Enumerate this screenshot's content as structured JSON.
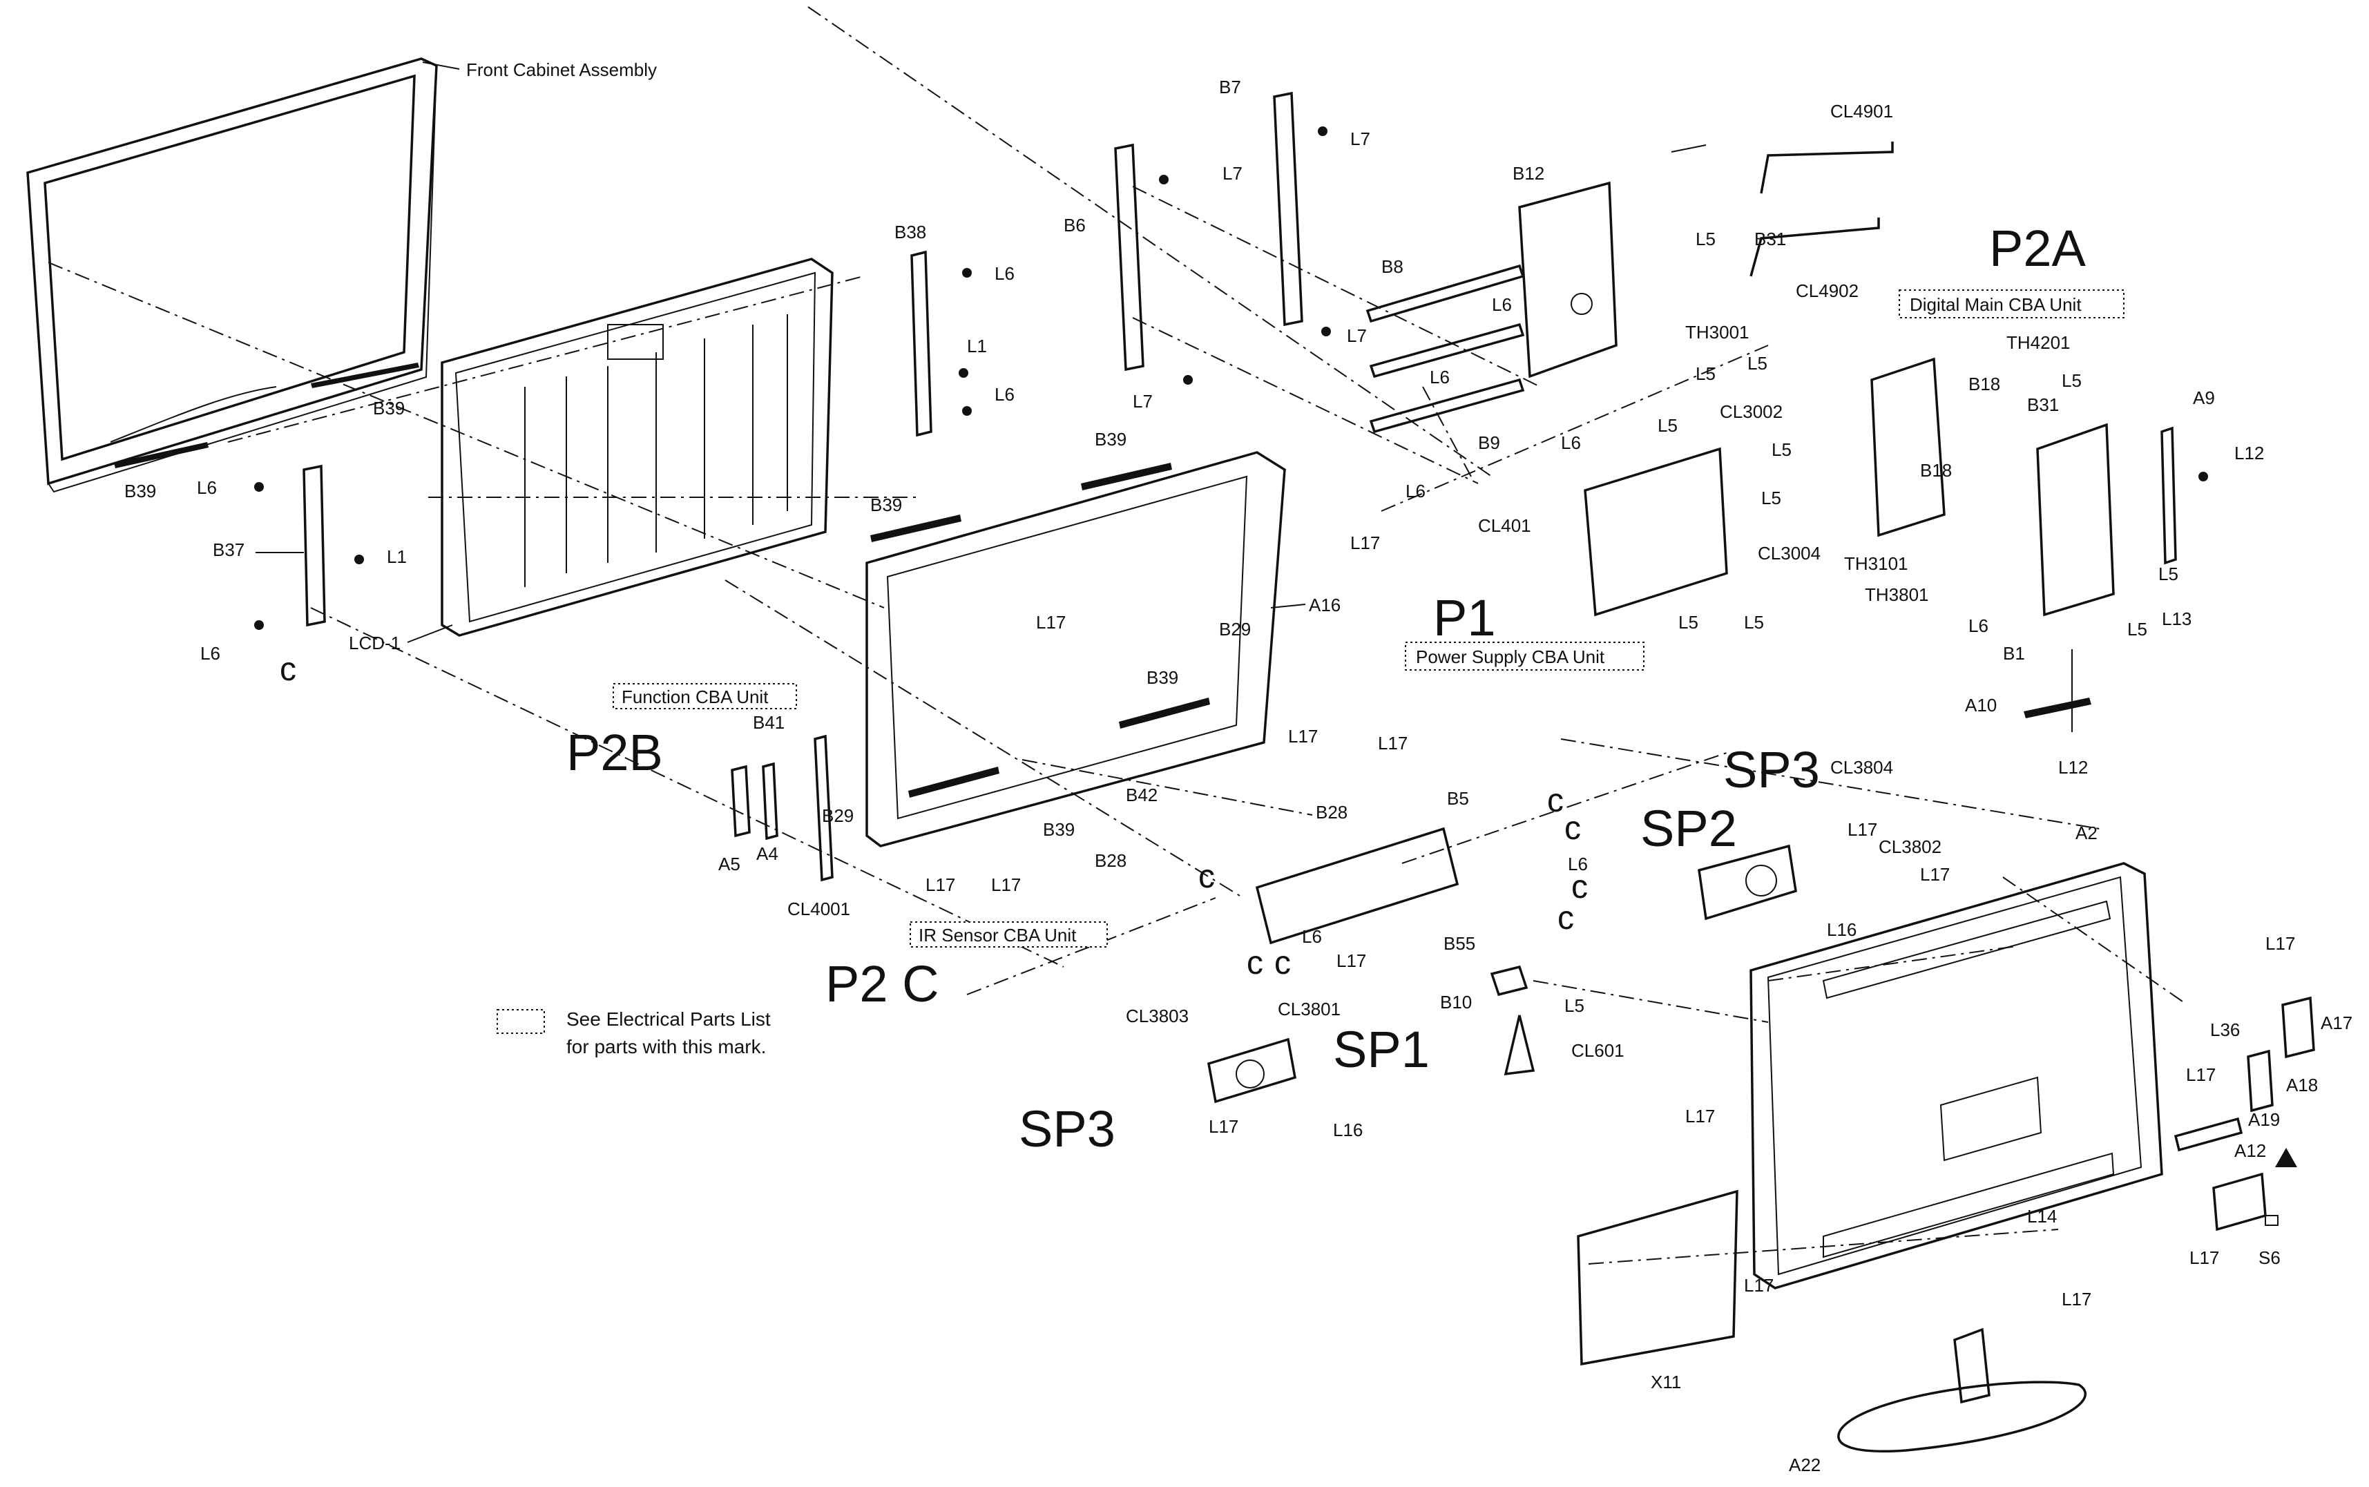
{
  "assemblies": {
    "front_cabinet": "Front Cabinet Assembly",
    "function_cba": "Function CBA Unit",
    "ir_sensor_cba": "IR Sensor CBA Unit",
    "power_supply_cba": "Power Supply CBA Unit",
    "digital_main_cba": "Digital Main CBA Unit"
  },
  "handwritten": {
    "p2a": "P2A",
    "p2b": "P2B",
    "p2c": "P2 C",
    "p1": "P1",
    "sp1": "SP1",
    "sp2": "SP2",
    "sp3_right": "SP3",
    "sp3_left": "SP3",
    "c_mark": "c"
  },
  "legend": {
    "line1": "See Electrical Parts List",
    "line2": "for parts with this mark."
  },
  "labels": {
    "B39": "B39",
    "L6": "L6",
    "L1": "L1",
    "B37": "B37",
    "LCD1": "LCD-1",
    "B38": "B38",
    "B6": "B6",
    "B7": "B7",
    "L7": "L7",
    "B8": "B8",
    "B9": "B9",
    "B12": "B12",
    "L5": "L5",
    "TH3001": "TH3001",
    "B31": "B31",
    "CL4901": "CL4901",
    "CL4902": "CL4902",
    "TH4201": "TH4201",
    "CL3002": "CL3002",
    "CL3004": "CL3004",
    "B18": "B18",
    "A9": "A9",
    "L12": "L12",
    "TH3101": "TH3101",
    "TH3801": "TH3801",
    "B1": "B1",
    "L13": "L13",
    "A10": "A10",
    "CL401": "CL401",
    "A16": "A16",
    "B29": "B29",
    "L17": "L17",
    "B28": "B28",
    "B5": "B5",
    "B42": "B42",
    "B41": "B41",
    "A5": "A5",
    "A4": "A4",
    "CL4001": "CL4001",
    "CL3804": "CL3804",
    "CL3802": "CL3802",
    "L16": "L16",
    "B55": "B55",
    "B10": "B10",
    "CL601": "CL601",
    "CL3803": "CL3803",
    "CL3801": "CL3801",
    "A2": "A2",
    "L36": "L36",
    "A17": "A17",
    "A18": "A18",
    "A19": "A19",
    "A12": "A12",
    "L14": "L14",
    "S6": "S6",
    "X11": "X11",
    "A22": "A22"
  },
  "colors": {
    "ink": "#111111",
    "paper": "#ffffff"
  }
}
